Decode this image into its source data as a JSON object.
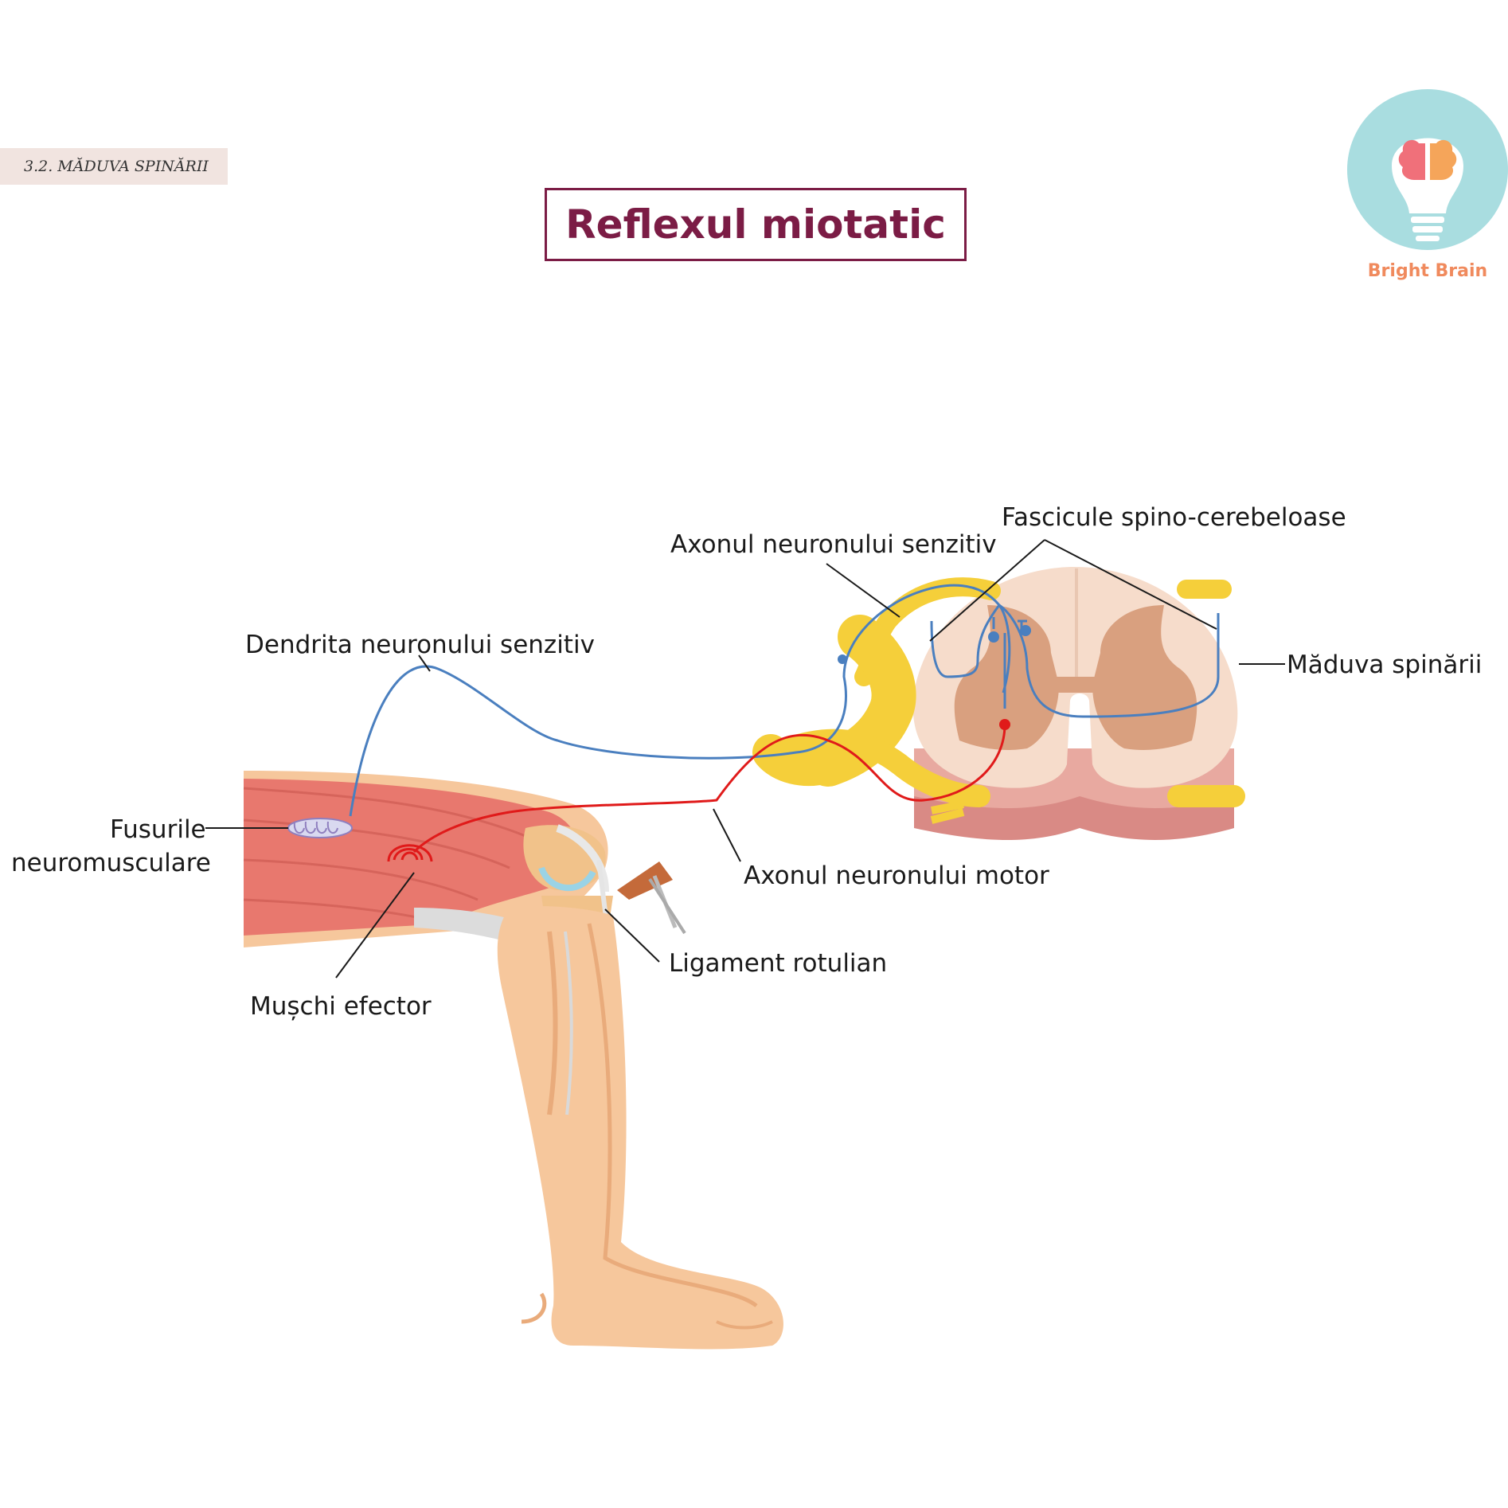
{
  "section_tag": "3.2. MĂDUVA SPINĂRII",
  "title": "Reflexul miotatic",
  "brand": {
    "name": "Bright Brain"
  },
  "colors": {
    "title": "#7b1c45",
    "sensory_neuron": "#4a7fbf",
    "motor_neuron": "#e01a1a",
    "nerve": "#f5cf3a",
    "muscle": "#e8786e",
    "skin": "#f6c79c",
    "gray_matter": "#d9a07f",
    "white_matter": "#f6dccb",
    "brand_text": "#f08a5d",
    "logo_circle": "#a9dde0"
  },
  "labels": {
    "fascicule": "Fascicule spino-cerebeloase",
    "axon_senzitiv": "Axonul neuronului senzitiv",
    "dendrita": "Dendrita neuronului senzitiv",
    "maduva": "Măduva spinării",
    "fusurile_1": "Fusurile",
    "fusurile_2": "neuromusculare",
    "axon_motor": "Axonul neuronului motor",
    "ligament": "Ligament rotulian",
    "muschi": "Mușchi efector"
  }
}
